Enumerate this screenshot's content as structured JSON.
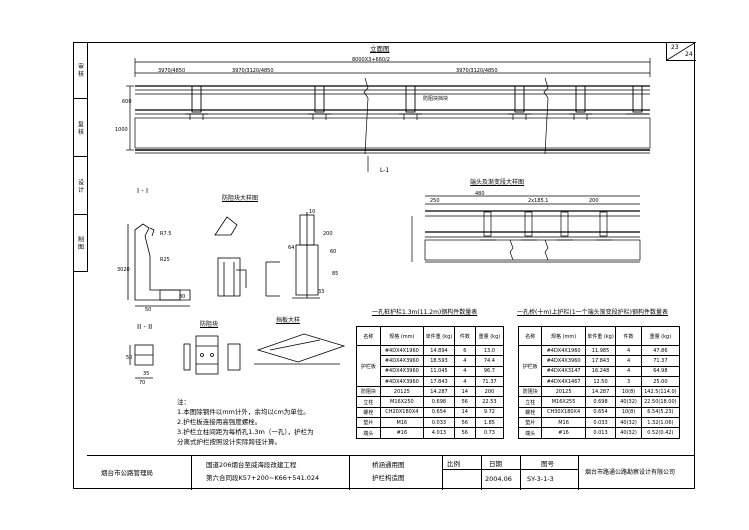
{
  "page": {
    "num_top": "23",
    "num_bottom": "24"
  },
  "strip": {
    "c1": "审 核",
    "c2": "复 核",
    "c3": "设 计",
    "c4": "制 图"
  },
  "elevation": {
    "title": "立面图",
    "overall": "8000X3+660/2",
    "dim1": "3970/4850",
    "dim2": "3970/3120/4850",
    "dim3": "3970/3120/4850",
    "leader": "防阻块挡块",
    "h1": "600",
    "h2": "1000",
    "section_mark": "L-1"
  },
  "section_I": {
    "title": "I - I",
    "d1": "R7.5",
    "d2": "R25",
    "d3": "3020",
    "d4": "50",
    "d5": "80"
  },
  "detail": {
    "title": "防阻块大样图",
    "d1": "10",
    "d2": "200",
    "d3": "64",
    "d4": "60",
    "d5": "85",
    "d6": "33"
  },
  "transition": {
    "title": "端头及渐变段大样图",
    "d1": "480",
    "d2": "250",
    "d3": "2x185.1",
    "d4": "200"
  },
  "section_II": {
    "title": "II - II",
    "d1": "50",
    "d2": "35",
    "d3": "70"
  },
  "block": {
    "title": "防阻块"
  },
  "plate": {
    "title": "挡板大样"
  },
  "table1": {
    "title": "一孔桩护栏1.3m(11.2m)钢构件数量表",
    "headers": [
      "名称",
      "规格 (mm)",
      "单件重 (kg)",
      "件数",
      "重量 (kg)"
    ],
    "rows": [
      [
        "护栏板",
        "#4DX4X1960",
        "14.894",
        "6",
        "13.0"
      ],
      [
        "",
        "#4DX4X3960",
        "18.593",
        "4",
        "74.4"
      ],
      [
        "",
        "#4DX4X3960",
        "11.045",
        "4",
        "96.7"
      ],
      [
        "",
        "#4DX4X3960",
        "17.843",
        "4",
        "71.37"
      ],
      [
        "防阻块",
        "20125",
        "14.287",
        "14",
        "200"
      ],
      [
        "立柱",
        "M16X250",
        "0.698",
        "56",
        "22.53"
      ],
      [
        "螺栓",
        "CH20X180X4",
        "0.654",
        "14",
        "9.72"
      ],
      [
        "垫片",
        "M16",
        "0.033",
        "56",
        "1.85"
      ],
      [
        "端头",
        "#16",
        "4.013",
        "56",
        "0.73"
      ]
    ]
  },
  "table2": {
    "title": "一孔桥(十m)上护栏(1一个端头渐变段护栏)钢构件数量表",
    "headers": [
      "名称",
      "规格 (mm)",
      "单件重 (kg)",
      "件数",
      "重量 (kg)"
    ],
    "rows": [
      [
        "护栏板",
        "#4DX4X1960",
        "11.985",
        "4",
        "47.86"
      ],
      [
        "",
        "#4DX4X3960",
        "17.843",
        "4",
        "71.37"
      ],
      [
        "",
        "#4DX4X3147",
        "16.248",
        "4",
        "64.98"
      ],
      [
        "",
        "#4DX4X1467",
        "12.50",
        "3",
        "25.00"
      ],
      [
        "防阻块",
        "20125",
        "14.287",
        "10(8)",
        "142.5(114.0)"
      ],
      [
        "立柱",
        "M16X255",
        "0.698",
        "40(32)",
        "22.50(18.00)"
      ],
      [
        "螺栓",
        "CH30X180X4",
        "0.654",
        "10(8)",
        "6.54(5.23)"
      ],
      [
        "垫片",
        "M16",
        "0.033",
        "40(32)",
        "1.32(1.06)"
      ],
      [
        "端头",
        "#16",
        "0.013",
        "40(32)",
        "0.52(0.42)"
      ]
    ]
  },
  "notes": {
    "head": "注：",
    "n1": "1.本图除钢件以mm计外，余均以cm为单位。",
    "n2": "2.护栏板连接用高强度螺栓。",
    "n3": "3.护栏立柱间距为每桥孔1.3m（一孔），护栏为",
    "n4": "分离式护栏按照设计实际跨径计算。"
  },
  "titleblock": {
    "owner": "烟台市公路管理局",
    "project1": "国道206烟台至威海段改建工程",
    "project2": "第六合同段K57+200~K66+541.024",
    "drawing1": "桥涵通用图",
    "drawing2": "护栏构造图",
    "scale_label": "比例",
    "date_label": "日期",
    "no_label": "图号",
    "date": "2004.06",
    "no": "SY-3-1-3",
    "designer": "烟台市路通公路勘察设计有限公司"
  }
}
